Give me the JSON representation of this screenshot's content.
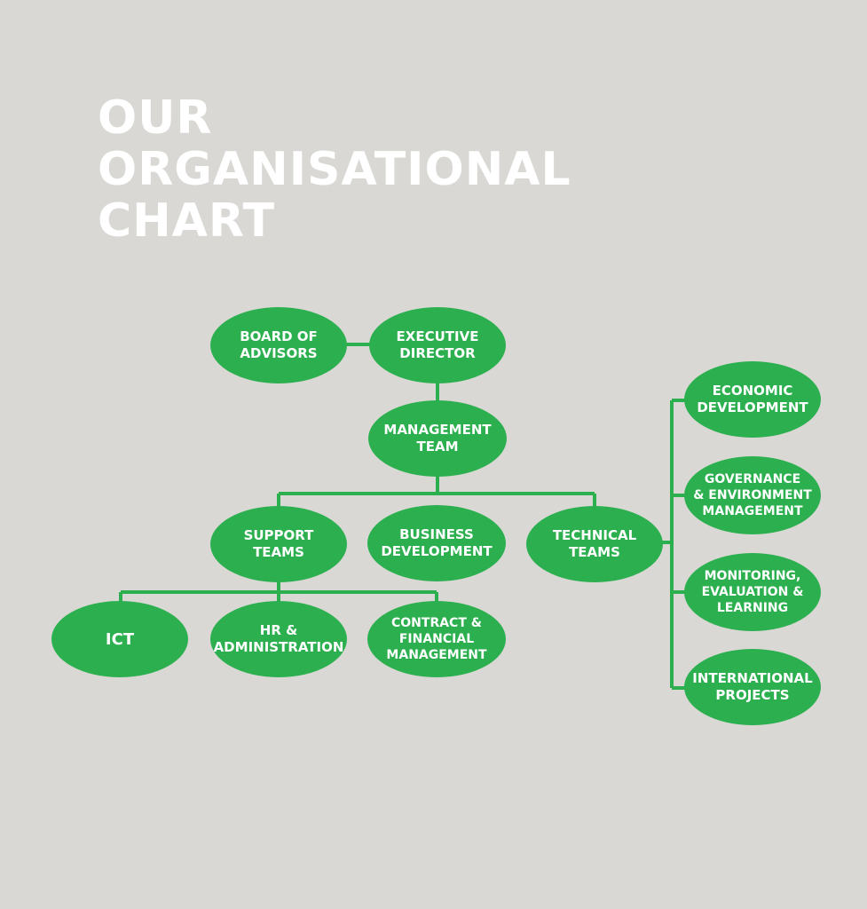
{
  "title": {
    "line1": "OUR",
    "line2": "ORGANISATIONAL",
    "line3": "CHART"
  },
  "colors": {
    "node": "#2cb04f",
    "line": "#2cb04f",
    "background": "#d9d8d4",
    "title": "#ffffff"
  },
  "nodes": {
    "board_of_advisors": "BOARD OF\nADVISORS",
    "executive_director": "EXECUTIVE\nDIRECTOR",
    "management_team": "MANAGEMENT\nTEAM",
    "support_teams": "SUPPORT\nTEAMS",
    "business_development": "BUSINESS\nDEVELOPMENT",
    "technical_teams": "TECHNICAL\nTEAMS",
    "ict": "ICT",
    "hr_administration": "HR &\nADMINISTRATION",
    "contract_financial": "CONTRACT &\nFINANCIAL\nMANAGEMENT",
    "economic_development": "ECONOMIC\nDEVELOPMENT",
    "governance_environment": "GOVERNANCE\n& ENVIRONMENT\nMANAGEMENT",
    "monitoring_evaluation": "MONITORING,\nEVALUATION &\nLEARNING",
    "international_projects": "INTERNATIONAL\nPROJECTS"
  }
}
